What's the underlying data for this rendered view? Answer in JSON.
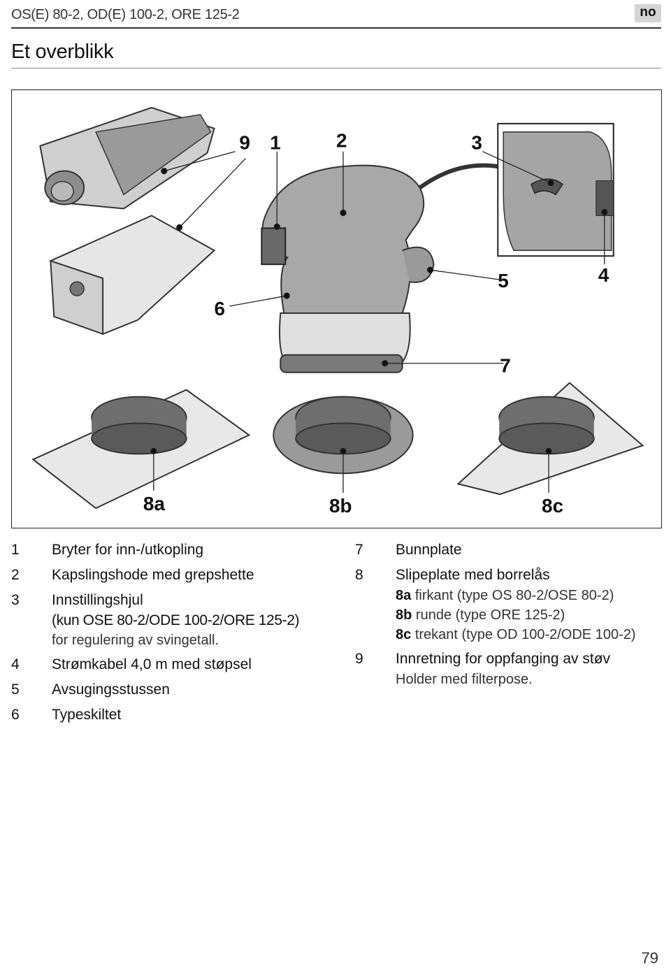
{
  "header": {
    "models": "OS(E) 80-2, OD(E) 100-2, ORE 125-2",
    "language_badge": "no"
  },
  "section_title": "Et overblikk",
  "figure": {
    "callouts": [
      "9",
      "1",
      "2",
      "3",
      "5",
      "4",
      "6",
      "7",
      "8a",
      "8b",
      "8c"
    ]
  },
  "legend": {
    "left": [
      {
        "num": "1",
        "label": "Bryter for inn-/utkopling"
      },
      {
        "num": "2",
        "label": "Kapslingshode med grepshette"
      },
      {
        "num": "3",
        "label": "Innstillingshjul",
        "line2": "(kun OSE 80-2/ODE 100-2/ORE 125-2)",
        "note": "for regulering av svingetall."
      },
      {
        "num": "4",
        "label": "Strømkabel 4,0 m med støpsel"
      },
      {
        "num": "5",
        "label": "Avsugingsstussen"
      },
      {
        "num": "6",
        "label": "Typeskiltet"
      }
    ],
    "right": [
      {
        "num": "7",
        "label": "Bunnplate"
      },
      {
        "num": "8",
        "label": "Slipeplate med borrelås",
        "subs": [
          {
            "code": "8a",
            "text": "firkant (type OS 80-2/OSE 80-2)"
          },
          {
            "code": "8b",
            "text": "runde (type ORE 125-2)"
          },
          {
            "code": "8c",
            "text": "trekant (type  OD 100-2/ODE 100-2)"
          }
        ]
      },
      {
        "num": "9",
        "label": "Innretning for oppfanging av støv",
        "note": "Holder med filterpose."
      }
    ]
  },
  "page_number": "79"
}
